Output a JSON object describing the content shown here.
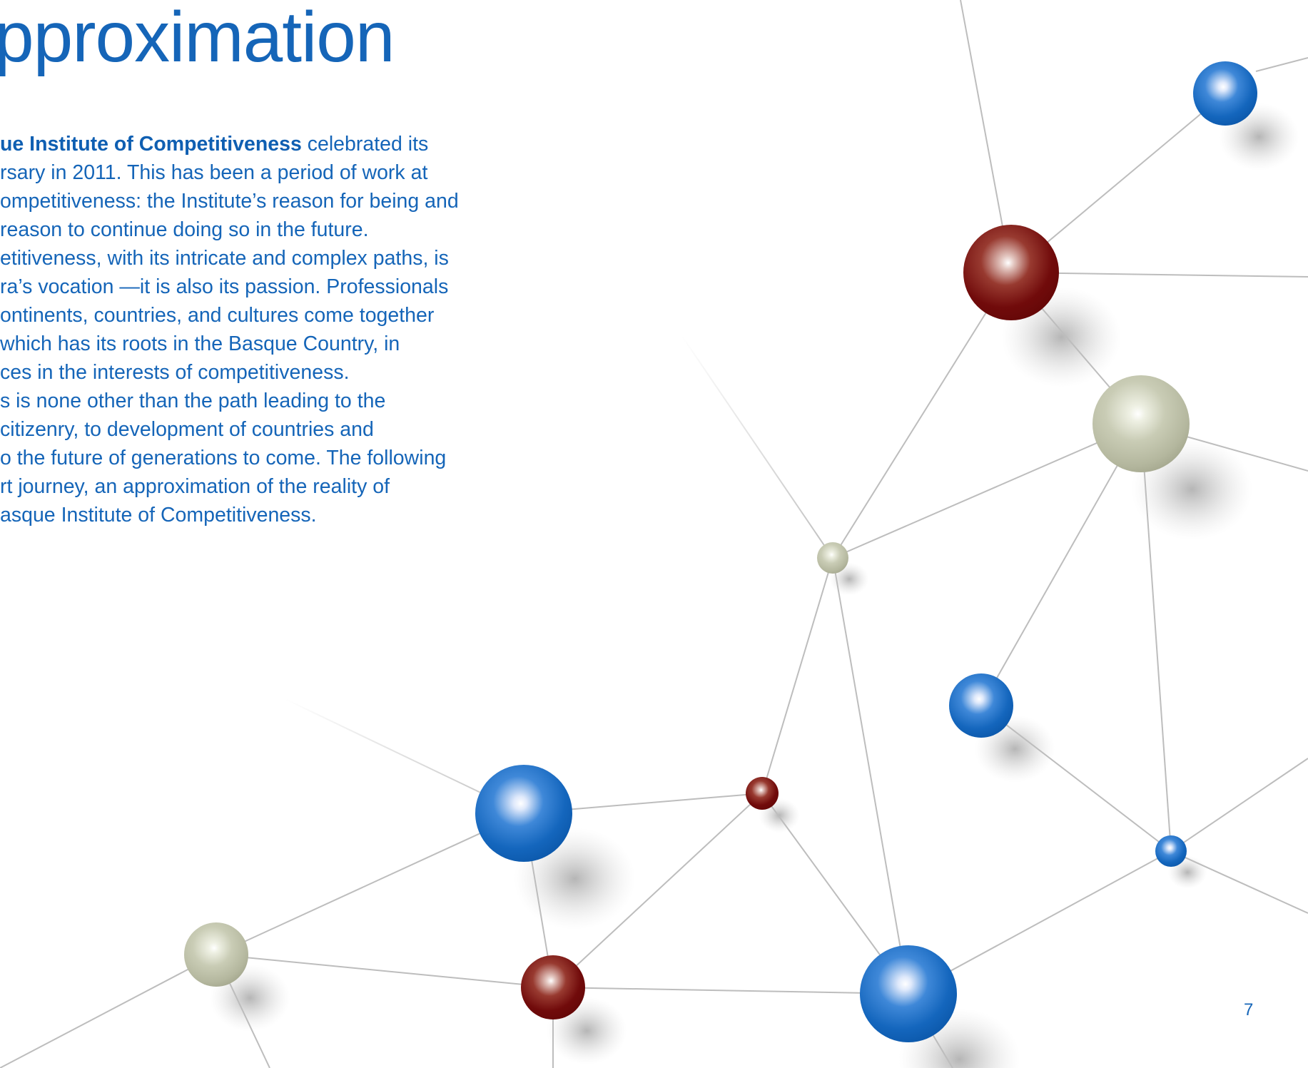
{
  "page": {
    "title": "pproximation",
    "intro": {
      "highlight": "ue Institute of Competitiveness",
      "first_line_rest": " celebrated its",
      "lines": [
        "rsary in 2011. This has been a period of work at",
        "ompetitiveness: the Institute’s reason for being and",
        "reason to continue doing so in the future.",
        "etitiveness, with its intricate and complex paths, is",
        "ra’s vocation —it is also its passion. Professionals",
        "ontinents, countries, and cultures come together",
        "which has its roots in the Basque Country, in",
        "ces in the interests of competitiveness.",
        "s is none other than the path leading to the",
        "citizenry, to development of countries and",
        "o the future of generations to come. The following",
        "rt journey, an approximation of the reality of",
        "asque Institute of Competitiveness."
      ]
    },
    "page_number": "7"
  },
  "colors": {
    "text_blue": "#1565b8",
    "highlight_blue": "#0f5fb2",
    "line_gray": "#bdbdbd",
    "sphere_blue": "#1a6cc0",
    "sphere_red": "#7a0b0b",
    "sphere_gray": "#b9bca3"
  },
  "illustration": {
    "spheres": [
      {
        "name": "blue-sphere",
        "color": "blue"
      },
      {
        "name": "red-sphere",
        "color": "red"
      },
      {
        "name": "gray-sphere",
        "color": "gray"
      }
    ]
  }
}
